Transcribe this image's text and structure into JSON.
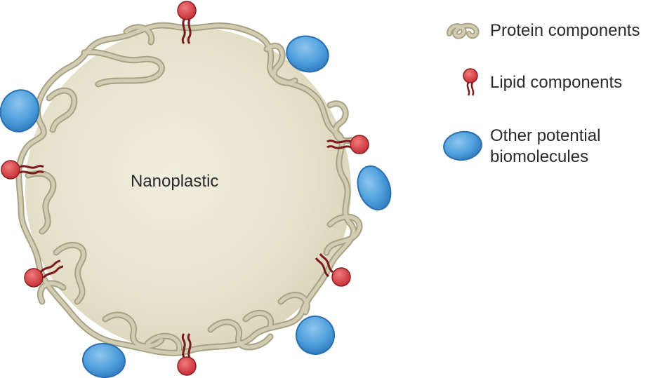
{
  "nanoparticle": {
    "label": "Nanoplastic"
  },
  "legend": {
    "protein": "Protein components",
    "lipid": "Lipid components",
    "other": "Other potential biomolecules"
  },
  "colors": {
    "core": "#e8e4d0",
    "core_edge": "#d4cfb4",
    "protein_fill": "#d2cdb2",
    "protein_edge": "#a8a285",
    "lipid_head": "#d13a3f",
    "lipid_tail": "#7a1a1c",
    "biomolecule_fill": "#4f9fdb",
    "biomolecule_edge": "#2a6fb0"
  }
}
